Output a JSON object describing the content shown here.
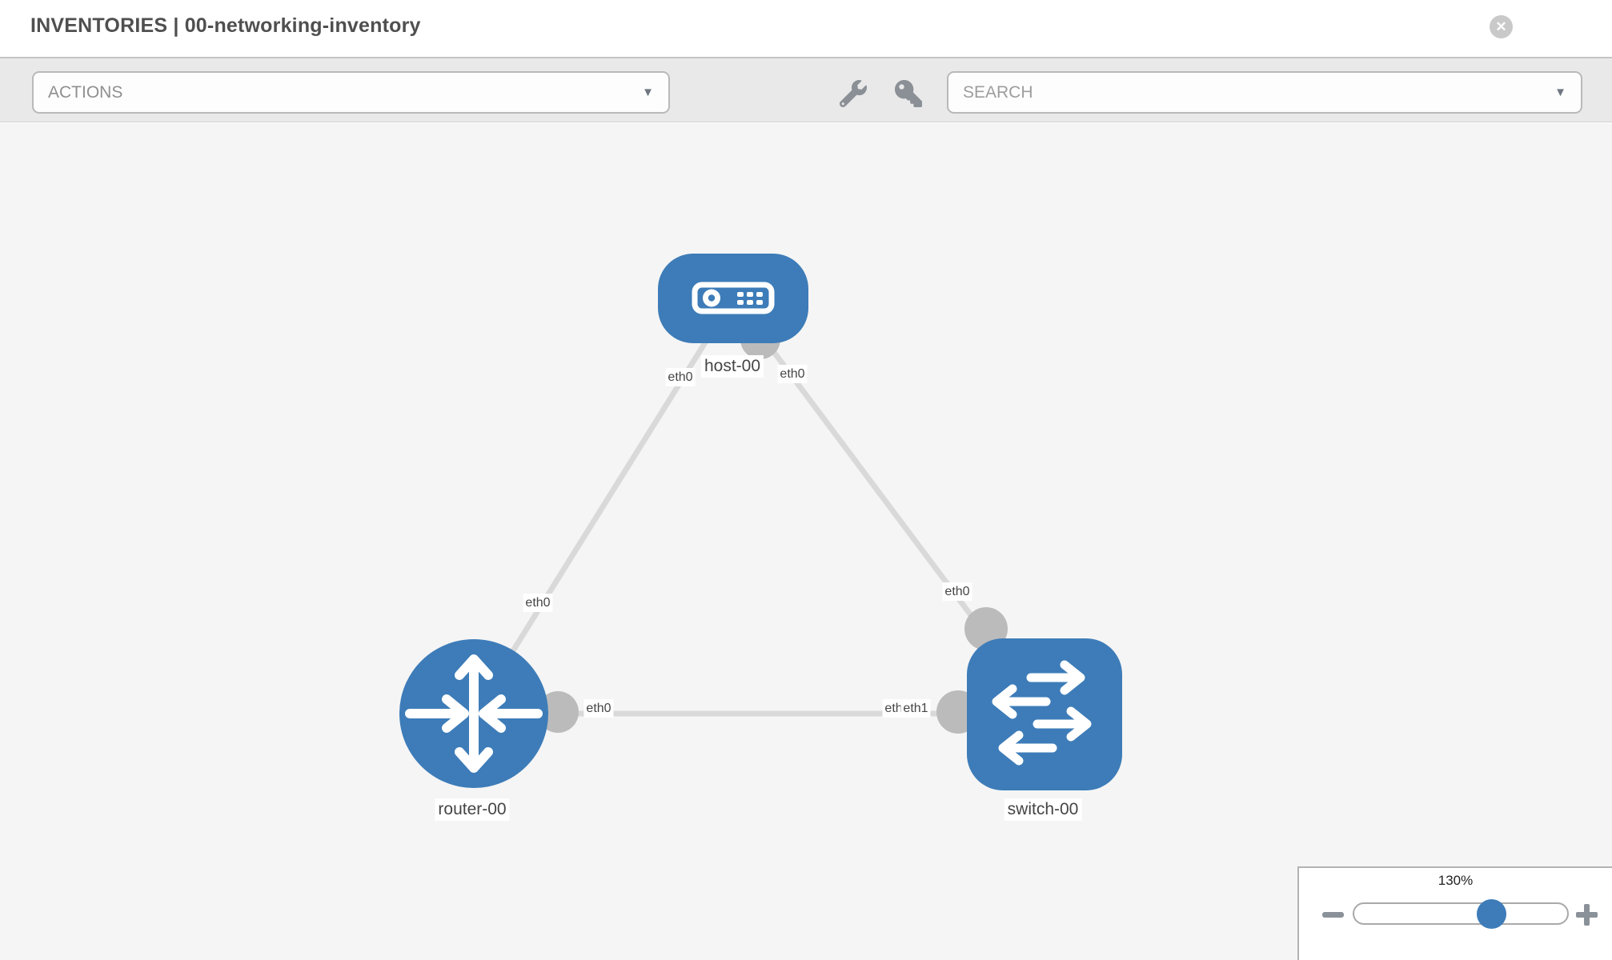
{
  "header": {
    "title": "INVENTORIES | 00-networking-inventory",
    "close_glyph": "✕"
  },
  "toolbar": {
    "actions_label": "ACTIONS",
    "search_label": "SEARCH",
    "caret_glyph": "▼",
    "icons": [
      "wrench-icon",
      "key-icon"
    ]
  },
  "graph": {
    "nodes": [
      {
        "name": "host-00",
        "type": "host"
      },
      {
        "name": "router-00",
        "type": "router"
      },
      {
        "name": "switch-00",
        "type": "switch"
      }
    ],
    "links": [
      {
        "from": "host-00",
        "from_if": "eth0",
        "to": "router-00",
        "to_if": "eth0"
      },
      {
        "from": "host-00",
        "from_if": "eth0",
        "to": "switch-00",
        "to_if": "eth0"
      },
      {
        "from": "router-00",
        "from_if": "eth0",
        "to": "switch-00",
        "to_if": "eth1",
        "to_if_shadow": "eth1"
      }
    ]
  },
  "zoom_control": {
    "value": "130%"
  },
  "colors": {
    "node_blue": "#3d7cb8",
    "link_gray": "#d9d9d9",
    "port_gray": "#bbbbbb",
    "canvas_bg": "#f5f5f5",
    "toolbar_bg": "#e9e9e9"
  }
}
